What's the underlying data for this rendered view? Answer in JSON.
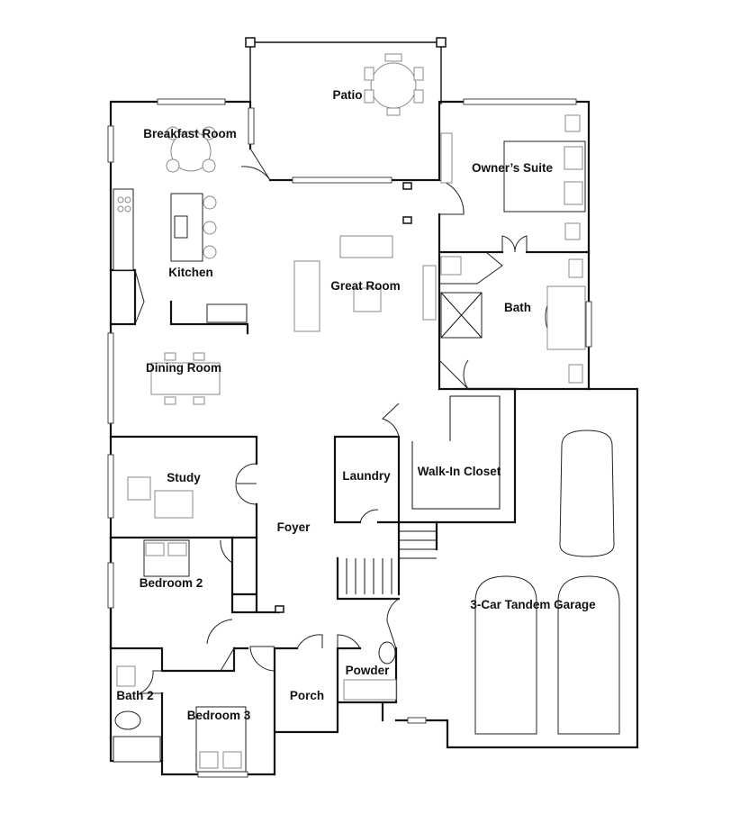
{
  "rooms": {
    "patio": "Patio",
    "breakfast_room": "Breakfast Room",
    "owners_suite": "Owner’s Suite",
    "kitchen": "Kitchen",
    "great_room": "Great Room",
    "bath": "Bath",
    "dining_room": "Dining Room",
    "study": "Study",
    "laundry": "Laundry",
    "walk_in_closet": "Walk-In Closet",
    "foyer": "Foyer",
    "bedroom_2": "Bedroom 2",
    "garage": "3-Car Tandem Garage",
    "powder": "Powder",
    "bath_2": "Bath 2",
    "porch": "Porch",
    "bedroom_3": "Bedroom 3"
  }
}
